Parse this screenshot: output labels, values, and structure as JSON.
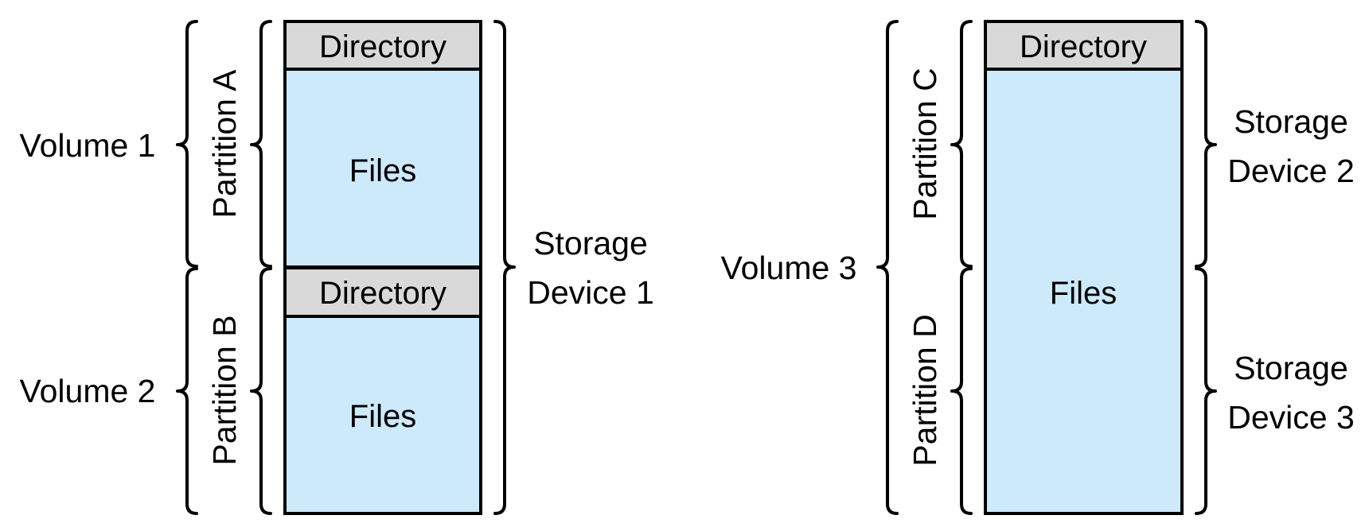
{
  "colors": {
    "directory_fill": "#d9d9d9",
    "files_fill": "#cdeafb",
    "stroke": "#000000"
  },
  "device_group_1": {
    "partition_a": {
      "directory_label": "Directory",
      "files_label": "Files",
      "partition_label": "Partition A",
      "volume_label": "Volume 1"
    },
    "partition_b": {
      "directory_label": "Directory",
      "files_label": "Files",
      "partition_label": "Partition B",
      "volume_label": "Volume 2"
    },
    "storage_label_line1": "Storage",
    "storage_label_line2": "Device 1"
  },
  "device_group_2": {
    "directory_label": "Directory",
    "files_label": "Files",
    "partition_c_label": "Partition C",
    "partition_d_label": "Partition D",
    "volume_label": "Volume 3",
    "storage_2_line1": "Storage",
    "storage_2_line2": "Device 2",
    "storage_3_line1": "Storage",
    "storage_3_line2": "Device 3"
  }
}
